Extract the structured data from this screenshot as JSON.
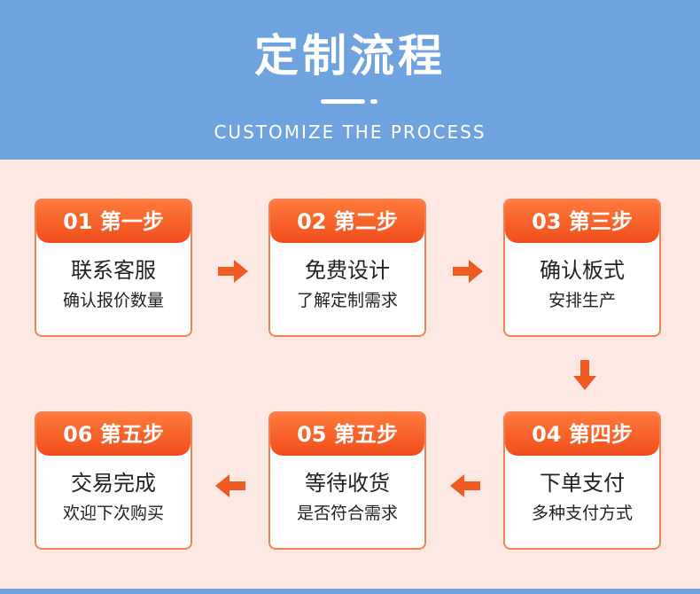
{
  "header": {
    "title": "定制流程",
    "subtitle": "CUSTOMIZE THE PROCESS"
  },
  "steps": [
    {
      "label": "01 第一步",
      "title": "联系客服",
      "desc": "确认报价数量"
    },
    {
      "label": "02 第二步",
      "title": "免费设计",
      "desc": "了解定制需求"
    },
    {
      "label": "03 第三步",
      "title": "确认板式",
      "desc": "安排生产"
    },
    {
      "label": "04 第四步",
      "title": "下单支付",
      "desc": "多种支付方式"
    },
    {
      "label": "05 第五步",
      "title": "等待收货",
      "desc": "是否符合需求"
    },
    {
      "label": "06 第五步",
      "title": "交易完成",
      "desc": "欢迎下次购买"
    }
  ],
  "colors": {
    "header_bg": "#6fa3e0",
    "page_bg": "#fde8e4",
    "accent": "#f05a23",
    "card_border": "#f08256"
  },
  "arrows": [
    "arrow-right-icon",
    "arrow-right-icon",
    "arrow-down-icon",
    "arrow-left-icon",
    "arrow-left-icon"
  ]
}
